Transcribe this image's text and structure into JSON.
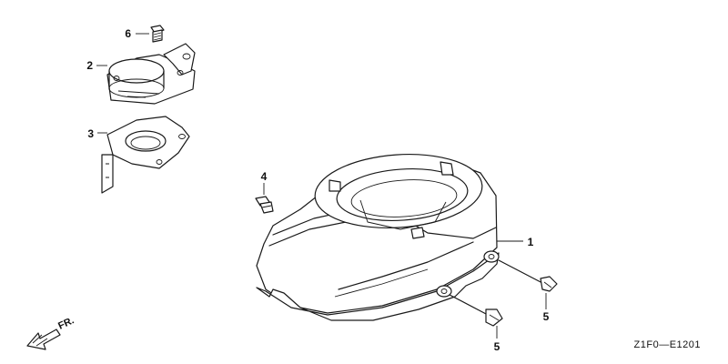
{
  "callouts": {
    "c1": "1",
    "c2": "2",
    "c3": "3",
    "c4": "4",
    "c5a": "5",
    "c5b": "5",
    "c6": "6"
  },
  "direction_label": "FR.",
  "diagram_code": "Z1F0—E1201"
}
